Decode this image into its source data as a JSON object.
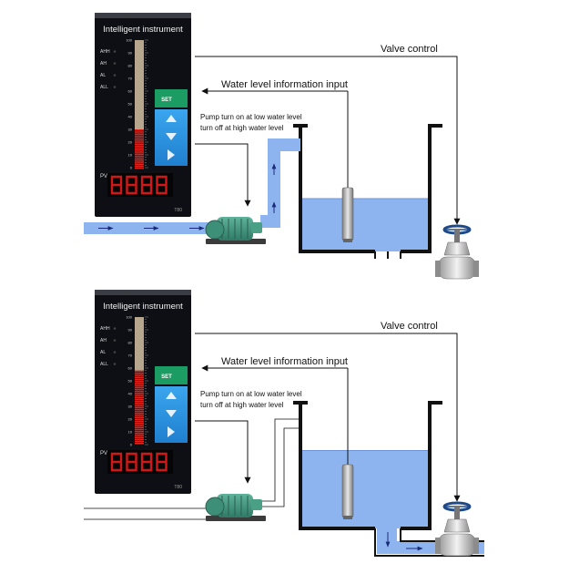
{
  "palette": {
    "water": "#8eb4ef",
    "water_line": "#6d93d6",
    "bar_red": "#e2231a",
    "bar_empty": "#b6a68e",
    "panel": "#0d0f14",
    "set_green": "#1b9c63",
    "key_blue": "#2a96e0",
    "led_red": "#d01818"
  },
  "icons": {
    "pump": "water-pump-icon",
    "valve": "gate-valve-icon",
    "sensor": "level-sensor-icon",
    "arrow": "flow-arrow-icon"
  },
  "instrument": {
    "title": "Intelligent instrument",
    "scale": [
      "100",
      "90",
      "80",
      "70",
      "60",
      "50",
      "40",
      "30",
      "20",
      "10",
      "0"
    ],
    "alarms": [
      "AHH",
      "AH",
      "AL",
      "ALL"
    ],
    "pv_label": "PV",
    "display": "8888",
    "set_label": "SET",
    "model": "T80"
  },
  "labels": {
    "valve_control": "Valve control",
    "water_level_input": "Water level information input",
    "pump_note_line1": "Pump turn on at low water level",
    "pump_note_line2": "turn off at high water level"
  },
  "panels": [
    {
      "id": "pump-running",
      "bar_level": 0.3,
      "tank_level": 0.42,
      "valve_open": false
    },
    {
      "id": "valve-draining",
      "bar_level": 0.58,
      "tank_level": 0.62,
      "valve_open": true
    }
  ]
}
